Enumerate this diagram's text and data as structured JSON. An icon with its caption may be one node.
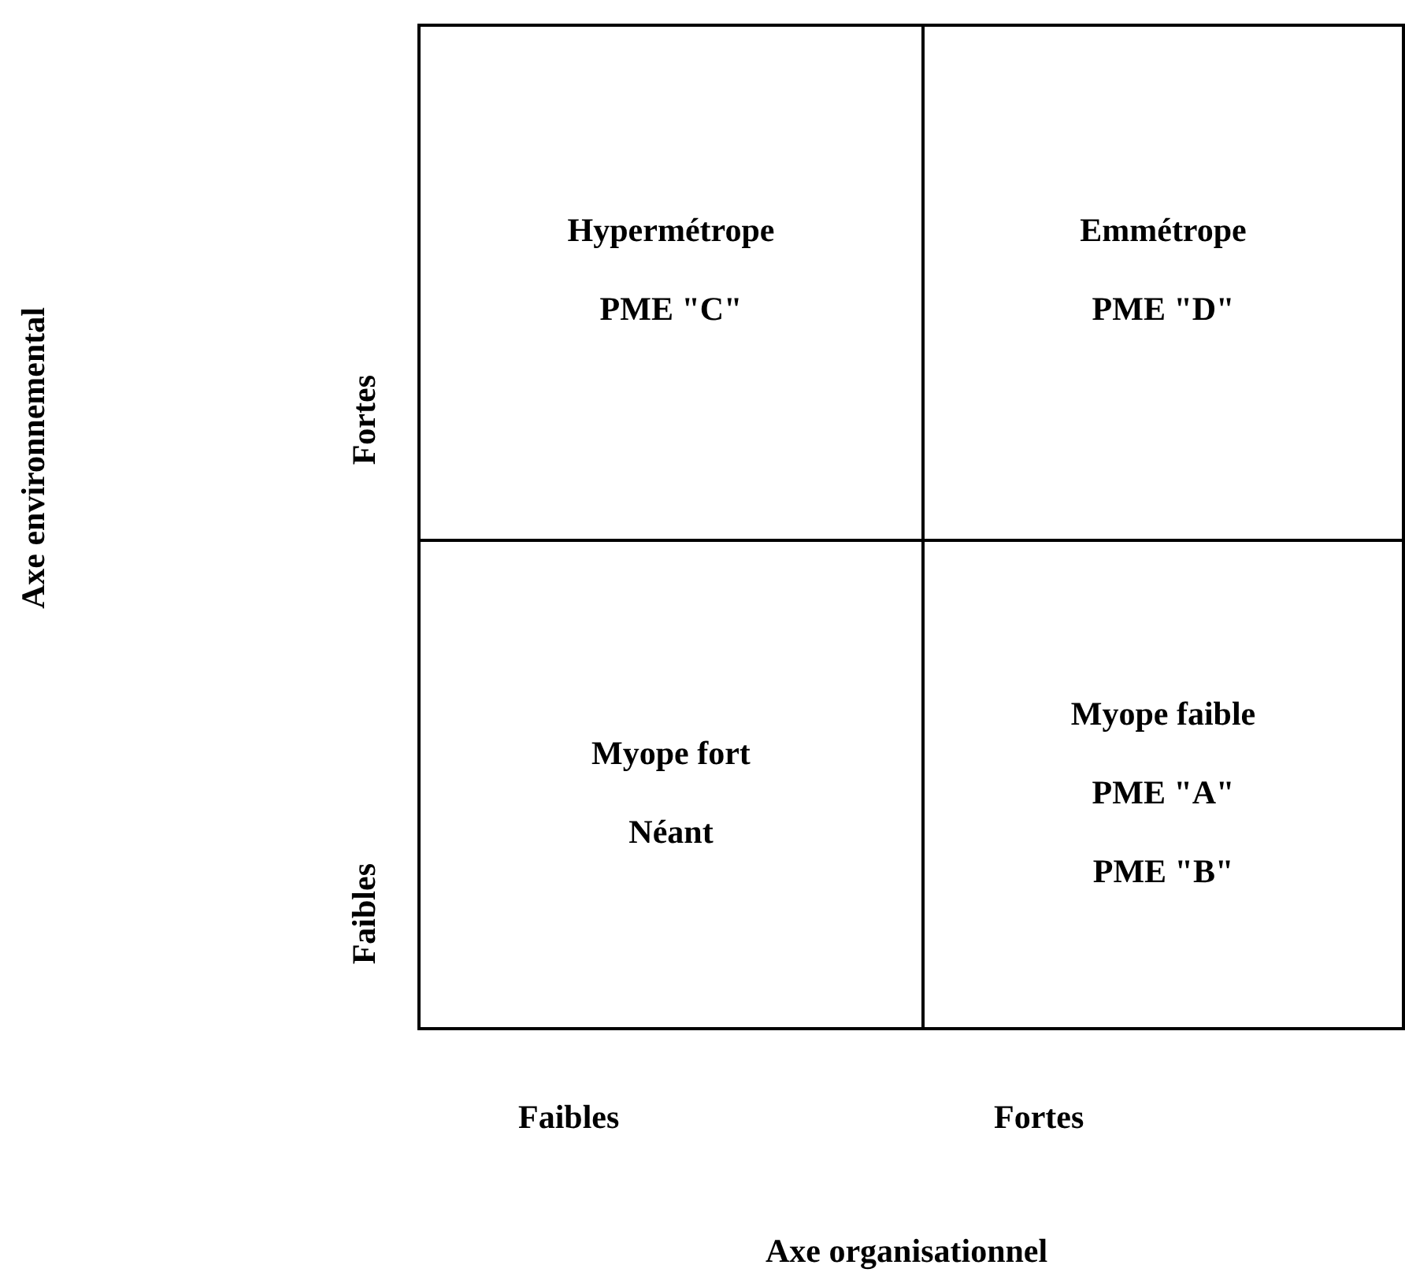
{
  "diagram": {
    "nodes": [
      {
        "text": [
          "Hypermétrope",
          "PME \"C\""
        ]
      },
      {
        "text": [
          "Emmétrope",
          "PME \"D\""
        ]
      },
      {
        "text": [
          "Myope fort",
          "Néant"
        ]
      },
      {
        "text": [
          "Myope faible",
          "PME \"A\"",
          "PME \"B\""
        ]
      }
    ],
    "edges": [],
    "labels": [
      "Axe environnemental",
      "Fortes",
      "Faibles",
      "Faibles",
      "Fortes",
      "Axe organisationnel"
    ]
  }
}
